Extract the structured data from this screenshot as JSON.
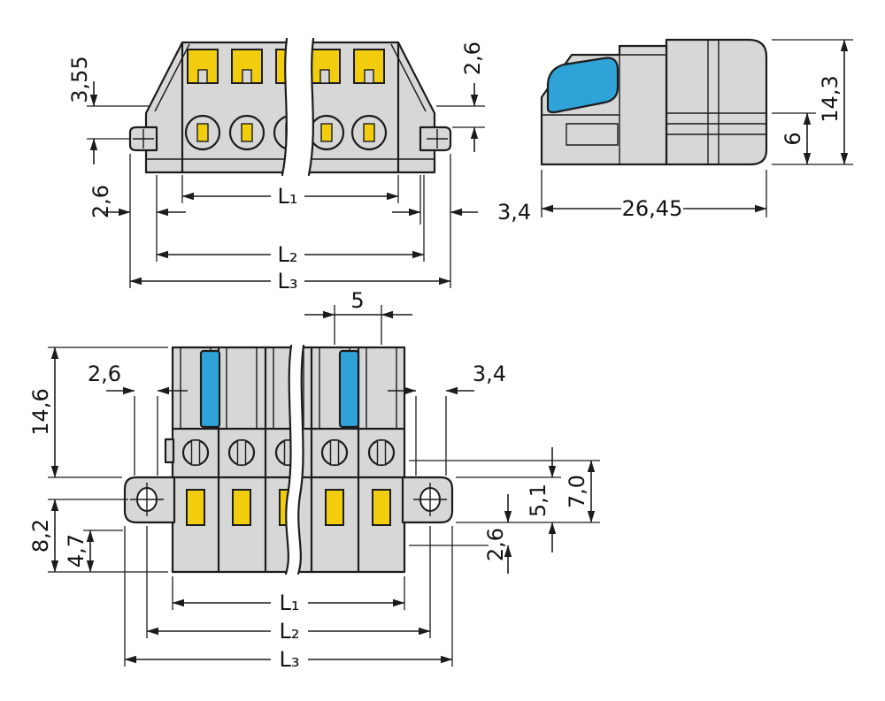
{
  "drawing": {
    "colors": {
      "background": "#ffffff",
      "body_gray": "#d7d7d7",
      "accent_yellow": "#f2cd0e",
      "accent_blue": "#2fa2d7",
      "line_black": "#1c1c1c"
    },
    "views": {
      "top_front": {
        "dims": {
          "height_tab": "3,55",
          "tab_left_width": "2,6",
          "l1": "L₁",
          "l2": "L₂",
          "l3": "L₃",
          "right_offset": "2,6",
          "tab_right_width": "3,4"
        }
      },
      "side": {
        "dims": {
          "depth": "26,45",
          "clamp_height": "6",
          "total_height": "14,3"
        }
      },
      "bottom_front": {
        "dims": {
          "pitch": "5",
          "left_offset": "2,6",
          "upper_height": "14,6",
          "lower_height": "8,2",
          "foot_height": "4,7",
          "right_offset": "3,4",
          "flange_height": "5,1",
          "flange_total_height": "7,0",
          "flange_thickness": "2,6",
          "l1": "L₁",
          "l2": "L₂",
          "l3": "L₃"
        }
      }
    }
  }
}
